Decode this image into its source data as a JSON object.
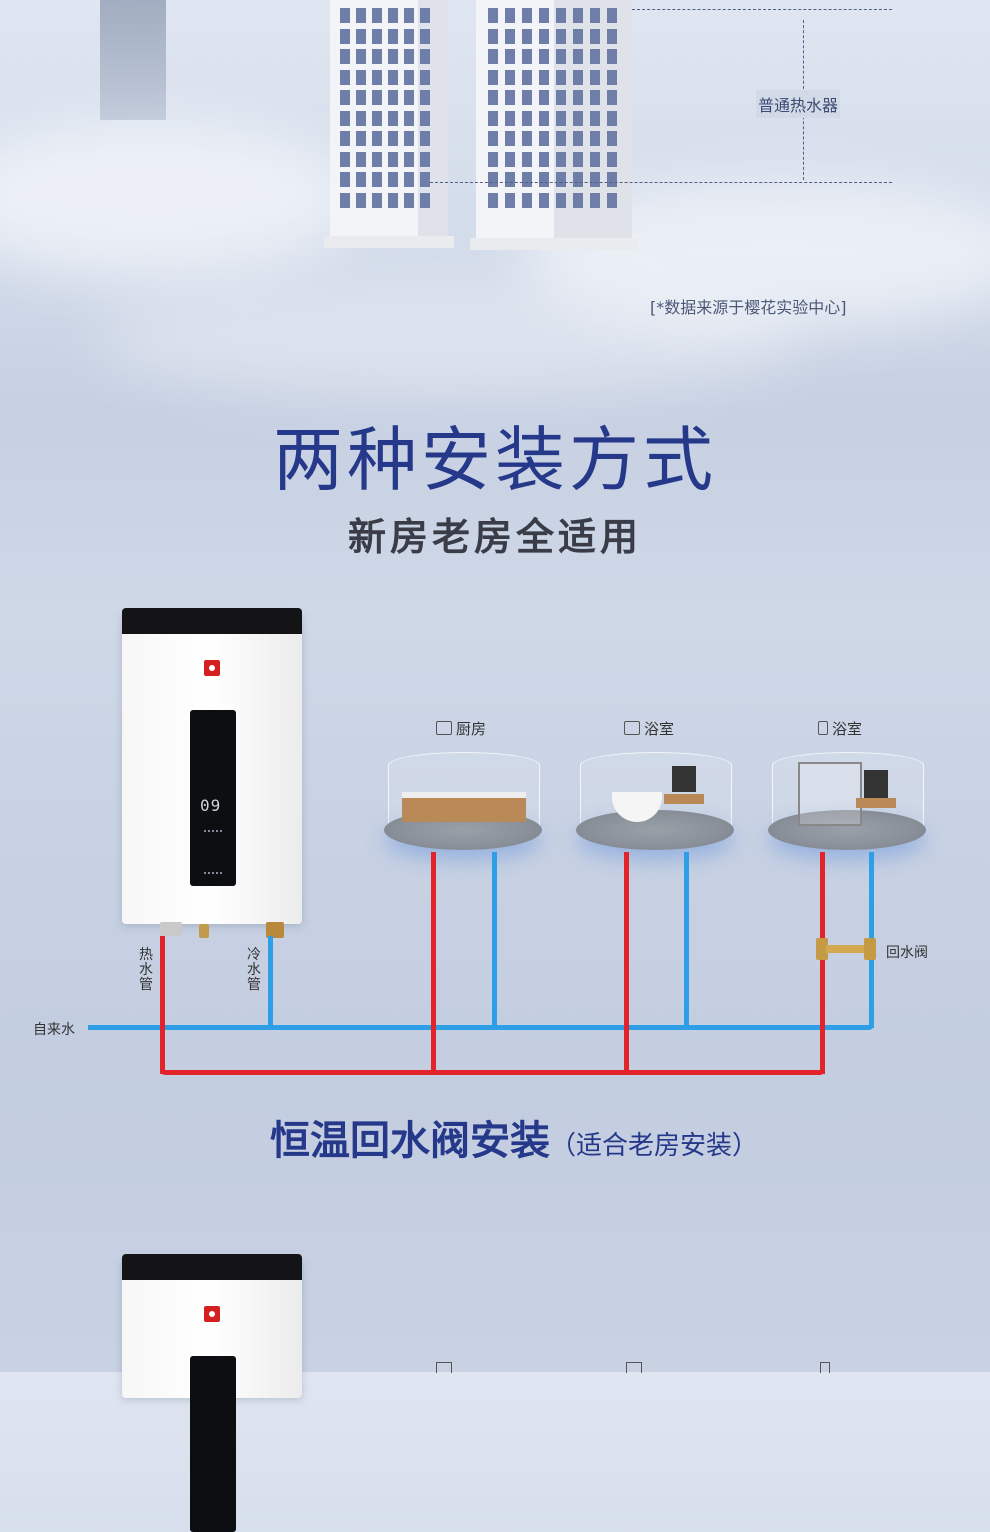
{
  "chart_labels": {
    "normal_heater": "普通热水器"
  },
  "source_note": "[*数据来源于樱花实验中心]",
  "section": {
    "title": "两种安装方式",
    "subtitle": "新房老房全适用"
  },
  "heater": {
    "display_value": "09"
  },
  "rooms": [
    {
      "label": "厨房",
      "icon": "kitchen-icon"
    },
    {
      "label": "浴室",
      "icon": "bathtub-icon"
    },
    {
      "label": "浴室",
      "icon": "shower-icon"
    }
  ],
  "pipes": {
    "hot": "热水管",
    "cold": "冷水管",
    "tap": "自来水",
    "valve": "回水阀"
  },
  "method": {
    "title": "恒温回水阀安装",
    "note": "（适合老房安装）"
  },
  "colors": {
    "hot_pipe": "#e2242a",
    "cold_pipe": "#2d9fe6",
    "title_blue": "#25388a"
  }
}
